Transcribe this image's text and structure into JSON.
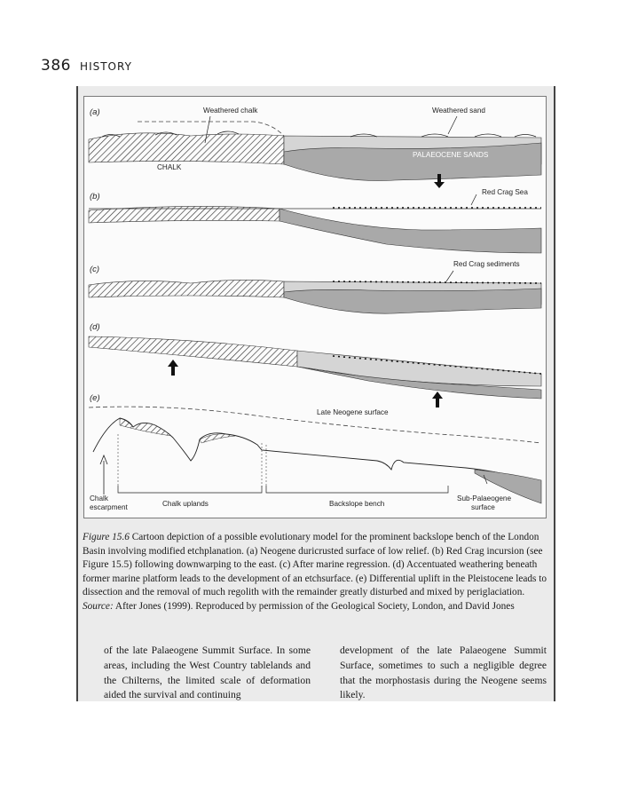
{
  "header": {
    "page_number": "386",
    "section_title": "HISTORY"
  },
  "figure": {
    "panel_labels": [
      "(a)",
      "(b)",
      "(c)",
      "(d)",
      "(e)"
    ],
    "labels": {
      "weathered_chalk": "Weathered chalk",
      "weathered_sand": "Weathered sand",
      "chalk": "CHALK",
      "palaeocene_sands": "PALAEOCENE SANDS",
      "red_crag_sea": "Red Crag Sea",
      "red_crag_sediments": "Red Crag sediments",
      "late_neogene_surface": "Late Neogene surface",
      "chalk_escarpment_line1": "Chalk",
      "chalk_escarpment_line2": "escarpment",
      "chalk_uplands": "Chalk uplands",
      "backslope_bench": "Backslope bench",
      "sub_palaeogene_line1": "Sub-Palaeogene",
      "sub_palaeogene_line2": "surface"
    }
  },
  "caption": {
    "figure_label": "Figure 15.6",
    "text": "Cartoon depiction of a possible evolutionary model for the prominent backslope bench of the London Basin involving modified etchplanation. (a) Neogene duricrusted surface of low relief. (b) Red Crag incursion (see Figure 15.5) following downwarping to the east. (c) After marine regression. (d) Accentuated weathering beneath former marine platform leads to the development of an etchsurface. (e) Differential uplift in the Pleistocene leads to dissection and the removal of much regolith with the remainder greatly disturbed and mixed by periglaciation.",
    "source_label": "Source:",
    "source_text": "After Jones (1999). Reproduced by permission of the Geological Society, London, and David Jones"
  },
  "body_text": {
    "left_column": "of the late Palaeogene Summit Surface. In some areas, including the West Country tablelands and the Chilterns, the limited scale of deformation aided the survival and continuing",
    "right_column": "development of the late Palaeogene Summit Surface, sometimes to such a negligible degree that the morphostasis during the Neogene seems likely."
  }
}
